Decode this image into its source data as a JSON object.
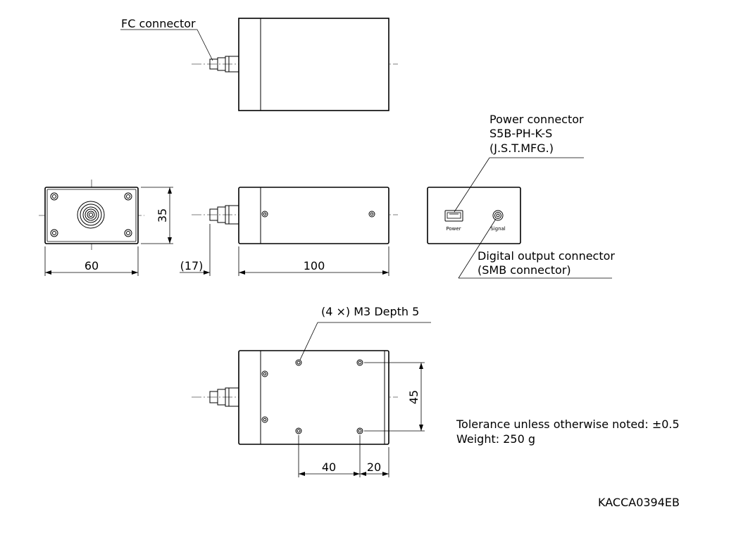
{
  "labels": {
    "fc_connector": "FC connector",
    "power_connector_line1": "Power connector",
    "power_connector_line2": "S5B-PH-K-S",
    "power_connector_line3": "(J.S.T.MFG.)",
    "digital_output_line1": "Digital output connector",
    "digital_output_line2": "(SMB connector)",
    "mount_holes": "(4 ×) M3 Depth 5",
    "panel_power": "Power",
    "panel_signal": "Signal"
  },
  "dimensions": {
    "front_width": "60",
    "front_height": "35",
    "connector_length": "(17)",
    "body_length": "100",
    "hole_spacing_vertical": "45",
    "hole_spacing_horizontal": "40",
    "hole_offset_edge": "20"
  },
  "notes": {
    "tolerance": "Tolerance unless otherwise noted: ±0.5",
    "weight": "Weight: 250 g"
  },
  "drawing_number": "KACCA0394EB"
}
